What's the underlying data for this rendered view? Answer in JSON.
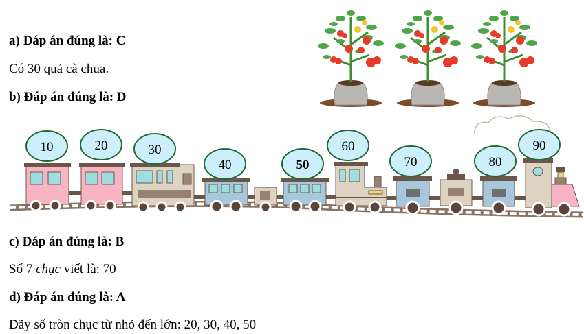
{
  "answers": {
    "a": {
      "heading": "a) Đáp án đúng là: C",
      "explanation": "Có 30 quả cà chua."
    },
    "b": {
      "heading": "b) Đáp án đúng là: D"
    },
    "c": {
      "heading": "c) Đáp án đúng là: B",
      "explanation_prefix": "Số 7 ",
      "explanation_italic": "chục",
      "explanation_suffix": " viết là: 70"
    },
    "d": {
      "heading": "d) Đáp án đúng là: A",
      "explanation": "Dãy số tròn chục từ nhỏ đến lớn: 20, 30, 40, 50"
    }
  },
  "illustration": {
    "tomato_plants_count": 3,
    "train_cars": [
      {
        "label": "10",
        "type": "pink-carriage",
        "bold": false
      },
      {
        "label": "20",
        "type": "pink-carriage",
        "bold": false
      },
      {
        "label": "30",
        "type": "beige-engine",
        "bold": false
      },
      {
        "label": "40",
        "type": "blue-carriage",
        "bold": false
      },
      {
        "label": "50",
        "type": "blue-carriage",
        "bold": true
      },
      {
        "label": "60",
        "type": "beige-engine-small",
        "bold": false
      },
      {
        "label": "70",
        "type": "blue-box",
        "bold": false
      },
      {
        "label": "80",
        "type": "blue-box",
        "bold": false
      },
      {
        "label": "90",
        "type": "locomotive",
        "bold": false
      }
    ]
  },
  "colors": {
    "bubble_fill": "#cdeefb",
    "bubble_stroke": "#1e6b35",
    "pink": "#f8b4c2",
    "beige": "#ddd3c0",
    "blue": "#a7c7dc",
    "roof": "#6b574a",
    "window": "#9fdde0",
    "rail": "#8a7565"
  }
}
